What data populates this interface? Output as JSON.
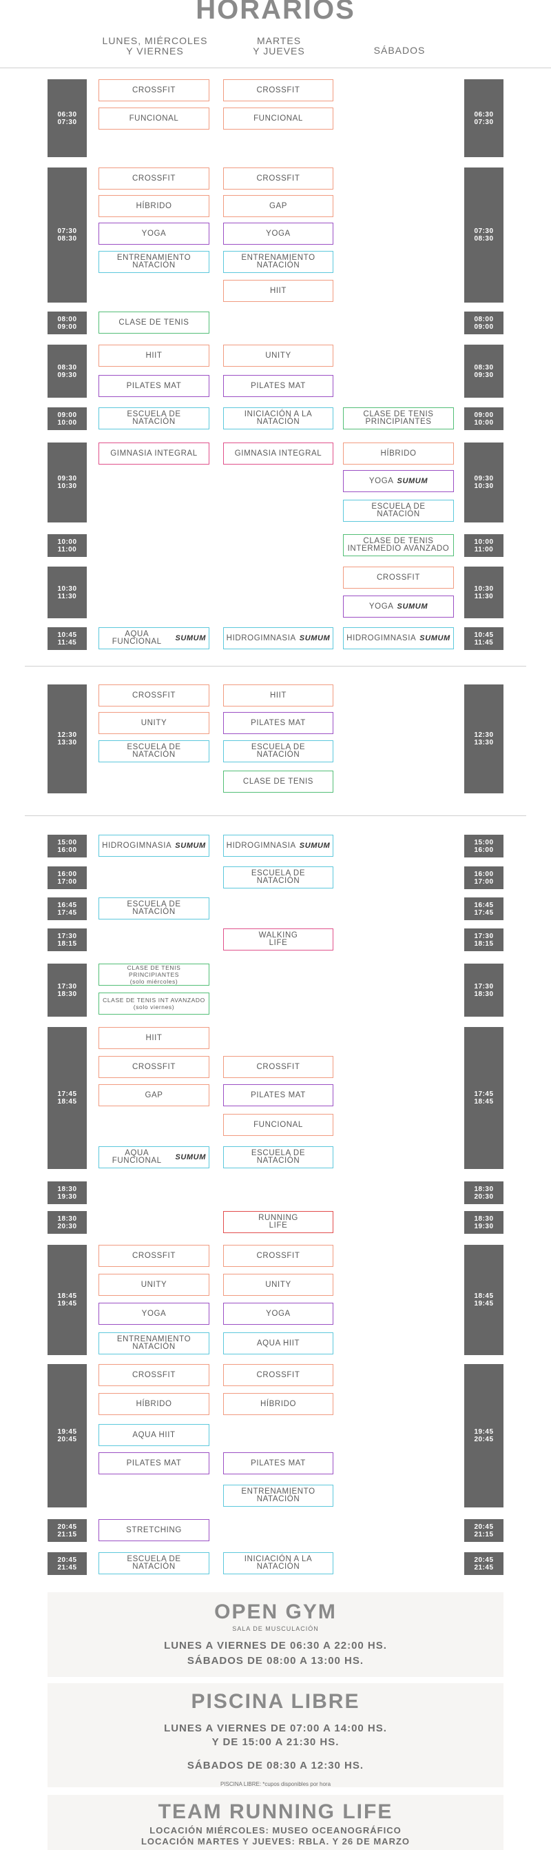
{
  "title": "HORARIOS",
  "columns": [
    "LUNES, MIÉRCOLES\nY VIERNES",
    "MARTES\nY JUEVES",
    "SÁBADOS"
  ],
  "brand_name": "SUMUM",
  "times": {
    "t0630": "06:30\n07:30",
    "t0730": "07:30\n08:30",
    "t0800": "08:00\n09:00",
    "t0830": "08:30\n09:30",
    "t0900": "09:00\n10:00",
    "t0930": "09:30\n10:30",
    "t1000": "10:00\n11:00",
    "t1030": "10:30\n11:30",
    "t1045": "10:45\n11:45",
    "t1230": "12:30\n13:30",
    "t1500": "15:00\n16:00",
    "t1600": "16:00\n17:00",
    "t1645": "16:45\n17:45",
    "t1730a": "17:30\n18:15",
    "t1730b": "17:30\n18:30",
    "t1745": "17:45\n18:45",
    "t1830a": "18:30\n19:30",
    "t1830b": "18:30\n20:30",
    "t1845": "18:45\n19:45",
    "t1945": "19:45\n20:45",
    "t2045a": "20:45\n21:15",
    "t2045b": "20:45\n21:45"
  },
  "classes": {
    "crossfit": "CROSSFIT",
    "funcional": "FUNCIONAL",
    "hibrido": "HÍBRIDO",
    "gap": "GAP",
    "yoga": "YOGA",
    "entrenamiento_natacion": "ENTRENAMIENTO\nNATACIÓN",
    "hiit": "HIIT",
    "clase_tenis": "CLASE DE TENIS",
    "unity": "UNITY",
    "pilates_mat": "PILATES MAT",
    "escuela_natacion": "ESCUELA DE\nNATACIÓN",
    "iniciacion_natacion": "INICIACIÓN A LA\nNATACIÓN",
    "tenis_principiantes": "CLASE DE TENIS\nPRINCIPIANTES",
    "gimnasia_integral": "GIMNASIA INTEGRAL",
    "yoga_s": "YOGA",
    "tenis_int_avanzado": "CLASE DE TENIS\nINTERMEDIO AVANZADO",
    "aqua_funcional": "AQUA FUNCIONAL",
    "hidrogimnasia": "HIDROGIMNASIA",
    "walking_life": "WALKING\nLIFE",
    "tenis_principiantes_mier": "CLASE DE TENIS PRINCIPIANTES\n(solo miércoles)",
    "tenis_int_avanzado_vier": "CLASE DE TENIS INT AVANZADO\n(solo viernes)",
    "running_life": "RUNNING\nLIFE",
    "aqua_hiit": "AQUA HIIT",
    "stretching": "STRETCHING"
  },
  "open_gym": {
    "title": "OPEN GYM",
    "subtitle": "SALA DE MUSCULACIÓN",
    "line1": "LUNES A VIERNES DE 06:30 A 22:00 HS.",
    "line2": "SÁBADOS DE 08:00 A 13:00 HS."
  },
  "piscina": {
    "title": "PISCINA LIBRE",
    "line1": "LUNES A VIERNES DE 07:00 A 14:00 HS.",
    "line2": "Y DE 15:00 A 21:30 HS.",
    "line3": "SÁBADOS DE 08:30 A 12:30 HS.",
    "note": "PISCINA LIBRE: *cupos disponibles por hora"
  },
  "running": {
    "title": "TEAM RUNNING LIFE",
    "line1": "LOCACIÓN MIÉRCOLES: MUSEO OCEANOGRÁFICO",
    "line2": "LOCACIÓN MARTES Y JUEVES: RBLA. Y 26 DE MARZO"
  },
  "colors": {
    "time_block": "#666666",
    "orange": "#f19b80",
    "purple": "#9b4fc4",
    "cyan": "#5cc8dc",
    "green": "#52be76",
    "pink": "#e0508a",
    "red": "#e24c4c",
    "info_bg": "#f6f5f3"
  }
}
